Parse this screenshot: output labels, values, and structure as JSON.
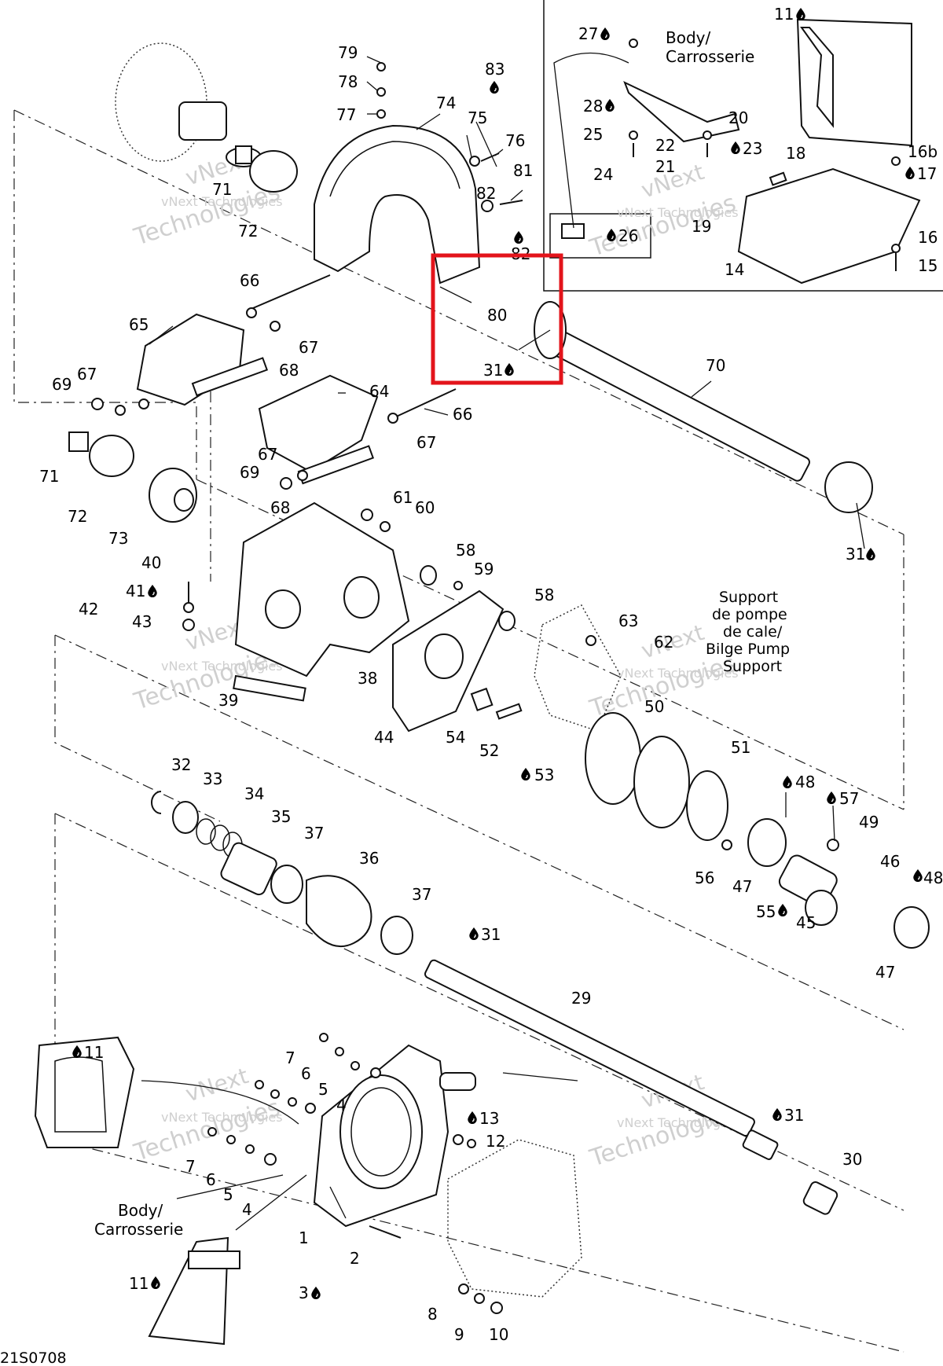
{
  "diagram": {
    "ref_code": "21S0708",
    "notes": {
      "body_top": "Body/\nCarrosserie",
      "body_bottom": "Body/\nCarrosserie",
      "bilge_support": "Support\nde pompe\nde cale/\nBilge Pump\nSupport"
    },
    "watermark": {
      "line1": "vNext",
      "line2": "vNext Technologies",
      "line3": "Technologies"
    },
    "highlight_color": "#e3141b",
    "labels": [
      {
        "id": "p1",
        "text": "1"
      },
      {
        "id": "p2",
        "text": "2"
      },
      {
        "id": "p3",
        "text": "3"
      },
      {
        "id": "p4a",
        "text": "4"
      },
      {
        "id": "p4b",
        "text": "4"
      },
      {
        "id": "p5a",
        "text": "5"
      },
      {
        "id": "p5b",
        "text": "5"
      },
      {
        "id": "p6a",
        "text": "6"
      },
      {
        "id": "p6b",
        "text": "6"
      },
      {
        "id": "p7a",
        "text": "7"
      },
      {
        "id": "p7b",
        "text": "7"
      },
      {
        "id": "p8",
        "text": "8"
      },
      {
        "id": "p9",
        "text": "9"
      },
      {
        "id": "p10",
        "text": "10"
      },
      {
        "id": "p11a",
        "text": "11"
      },
      {
        "id": "p11b",
        "text": "11"
      },
      {
        "id": "p11c",
        "text": "11"
      },
      {
        "id": "p12",
        "text": "12"
      },
      {
        "id": "p13",
        "text": "13"
      },
      {
        "id": "p14",
        "text": "14"
      },
      {
        "id": "p15",
        "text": "15"
      },
      {
        "id": "p16",
        "text": "16"
      },
      {
        "id": "p16b",
        "text": "16b"
      },
      {
        "id": "p17",
        "text": "17"
      },
      {
        "id": "p18",
        "text": "18"
      },
      {
        "id": "p19",
        "text": "19"
      },
      {
        "id": "p20",
        "text": "20"
      },
      {
        "id": "p21",
        "text": "21"
      },
      {
        "id": "p22",
        "text": "22"
      },
      {
        "id": "p23",
        "text": "23"
      },
      {
        "id": "p24",
        "text": "24"
      },
      {
        "id": "p25",
        "text": "25"
      },
      {
        "id": "p26",
        "text": "26"
      },
      {
        "id": "p27",
        "text": "27"
      },
      {
        "id": "p28",
        "text": "28"
      },
      {
        "id": "p29",
        "text": "29"
      },
      {
        "id": "p30",
        "text": "30"
      },
      {
        "id": "p31a",
        "text": "31"
      },
      {
        "id": "p31b",
        "text": "31"
      },
      {
        "id": "p31c",
        "text": "31"
      },
      {
        "id": "p31d",
        "text": "31"
      },
      {
        "id": "p32",
        "text": "32"
      },
      {
        "id": "p33",
        "text": "33"
      },
      {
        "id": "p34",
        "text": "34"
      },
      {
        "id": "p35",
        "text": "35"
      },
      {
        "id": "p36",
        "text": "36"
      },
      {
        "id": "p37a",
        "text": "37"
      },
      {
        "id": "p37b",
        "text": "37"
      },
      {
        "id": "p38",
        "text": "38"
      },
      {
        "id": "p39",
        "text": "39"
      },
      {
        "id": "p40",
        "text": "40"
      },
      {
        "id": "p41",
        "text": "41"
      },
      {
        "id": "p42",
        "text": "42"
      },
      {
        "id": "p43",
        "text": "43"
      },
      {
        "id": "p44",
        "text": "44"
      },
      {
        "id": "p45",
        "text": "45"
      },
      {
        "id": "p46",
        "text": "46"
      },
      {
        "id": "p47a",
        "text": "47"
      },
      {
        "id": "p47b",
        "text": "47"
      },
      {
        "id": "p48a",
        "text": "48"
      },
      {
        "id": "p48b",
        "text": "48"
      },
      {
        "id": "p49",
        "text": "49"
      },
      {
        "id": "p50",
        "text": "50"
      },
      {
        "id": "p51",
        "text": "51"
      },
      {
        "id": "p52",
        "text": "52"
      },
      {
        "id": "p53",
        "text": "53"
      },
      {
        "id": "p54",
        "text": "54"
      },
      {
        "id": "p55",
        "text": "55"
      },
      {
        "id": "p56",
        "text": "56"
      },
      {
        "id": "p57",
        "text": "57"
      },
      {
        "id": "p58a",
        "text": "58"
      },
      {
        "id": "p58b",
        "text": "58"
      },
      {
        "id": "p59",
        "text": "59"
      },
      {
        "id": "p60",
        "text": "60"
      },
      {
        "id": "p61",
        "text": "61"
      },
      {
        "id": "p62",
        "text": "62"
      },
      {
        "id": "p63",
        "text": "63"
      },
      {
        "id": "p64",
        "text": "64"
      },
      {
        "id": "p65",
        "text": "65"
      },
      {
        "id": "p66a",
        "text": "66"
      },
      {
        "id": "p66b",
        "text": "66"
      },
      {
        "id": "p67a",
        "text": "67"
      },
      {
        "id": "p67b",
        "text": "67"
      },
      {
        "id": "p67c",
        "text": "67"
      },
      {
        "id": "p67d",
        "text": "67"
      },
      {
        "id": "p68a",
        "text": "68"
      },
      {
        "id": "p68b",
        "text": "68"
      },
      {
        "id": "p69a",
        "text": "69"
      },
      {
        "id": "p69b",
        "text": "69"
      },
      {
        "id": "p70",
        "text": "70"
      },
      {
        "id": "p71a",
        "text": "71"
      },
      {
        "id": "p71b",
        "text": "71"
      },
      {
        "id": "p72a",
        "text": "72"
      },
      {
        "id": "p72b",
        "text": "72"
      },
      {
        "id": "p73",
        "text": "73"
      },
      {
        "id": "p74",
        "text": "74"
      },
      {
        "id": "p75",
        "text": "75"
      },
      {
        "id": "p76",
        "text": "76"
      },
      {
        "id": "p77",
        "text": "77"
      },
      {
        "id": "p78",
        "text": "78"
      },
      {
        "id": "p79",
        "text": "79"
      },
      {
        "id": "p80",
        "text": "80"
      },
      {
        "id": "p81",
        "text": "81"
      },
      {
        "id": "p82a",
        "text": "82"
      },
      {
        "id": "p82b",
        "text": "82"
      },
      {
        "id": "p83",
        "text": "83"
      }
    ]
  }
}
